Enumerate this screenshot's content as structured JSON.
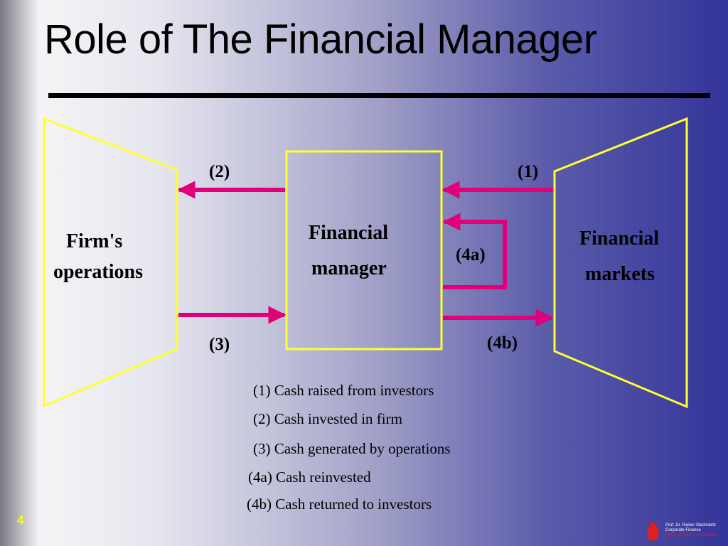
{
  "slide": {
    "title": "Role of The Financial Manager",
    "page_number": "4"
  },
  "diagram": {
    "nodes": {
      "firm_operations": [
        "Firm's",
        "operations"
      ],
      "financial_manager": [
        "Financial",
        "manager"
      ],
      "financial_markets": [
        "Financial",
        "markets"
      ]
    },
    "flow_labels": {
      "f1": "(1)",
      "f2": "(2)",
      "f3": "(3)",
      "f4a": "(4a)",
      "f4b": "(4b)"
    },
    "colors": {
      "shape_outline": "#ffff33",
      "arrow": "#e0007a"
    }
  },
  "legend": [
    "(1) Cash raised from investors",
    "(2) Cash invested in firm",
    "(3) Cash generated by operations",
    "(4a) Cash reinvested",
    "(4b) Cash returned to investors"
  ],
  "footer": {
    "line1": "Prof. Dr. Rainer Stachuletz",
    "line2": "Corporate Finance",
    "line3": "Berlin School of Economics"
  }
}
